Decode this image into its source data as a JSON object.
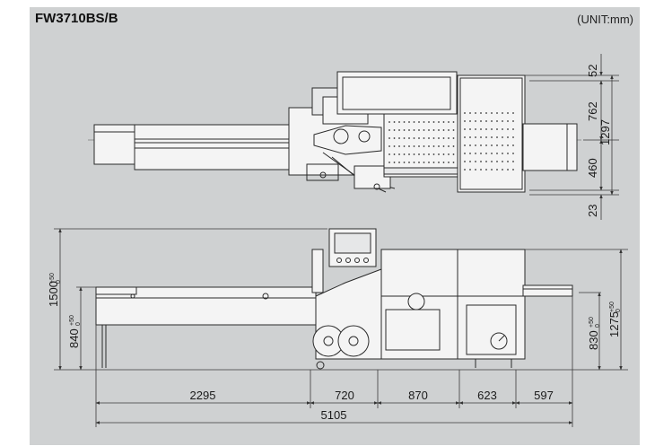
{
  "drawing": {
    "model": "FW3710BS/B",
    "unit": "(UNIT:mm)"
  },
  "dimensions": {
    "plan": {
      "top_margin": "52",
      "upper": "762",
      "lower": "460",
      "bottom_margin": "23",
      "total_width": "1297"
    },
    "side": {
      "height_overall": "1500",
      "infeed_height": "840",
      "outfeed_height": "830",
      "body_height": "1275",
      "tolerance_upper": "+50",
      "tolerance_lower": "0"
    },
    "length": {
      "infeed": "2295",
      "wrapper": "720",
      "sealer": "870",
      "tunnel": "623",
      "outfeed": "597",
      "total": "5105"
    }
  }
}
